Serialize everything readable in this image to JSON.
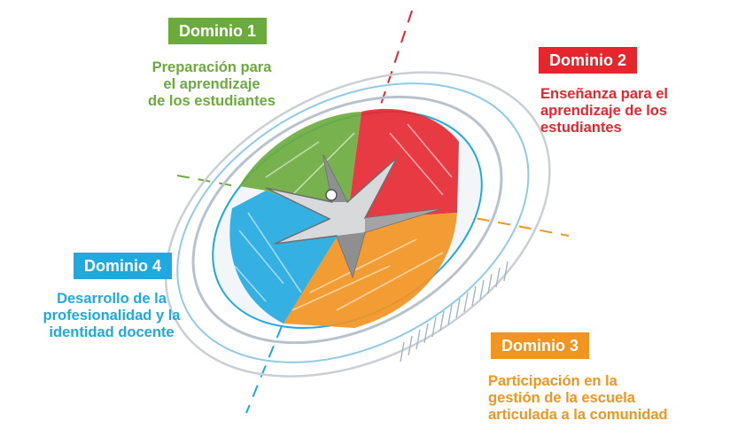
{
  "colors": {
    "green": "#6aab3c",
    "red": "#e5262d",
    "orange": "#f29422",
    "blue": "#1fa9df",
    "star": "#9a9a9a",
    "ring": "#b7c3cc"
  },
  "icon": "compass-rose-icon",
  "domains": [
    {
      "key": "d1",
      "badge": "Dominio 1",
      "lines": [
        "Preparación para",
        "el aprendizaje",
        "de los estudiantes"
      ]
    },
    {
      "key": "d2",
      "badge": "Dominio 2",
      "lines": [
        "Enseñanza para el",
        "aprendizaje de los",
        "estudiantes"
      ]
    },
    {
      "key": "d3",
      "badge": "Dominio 3",
      "lines": [
        "Participación en la",
        "gestión de la escuela",
        "articulada a la comunidad"
      ]
    },
    {
      "key": "d4",
      "badge": "Dominio 4",
      "lines": [
        "Desarrollo de la",
        "profesionalidad y la",
        "identidad docente"
      ]
    }
  ]
}
